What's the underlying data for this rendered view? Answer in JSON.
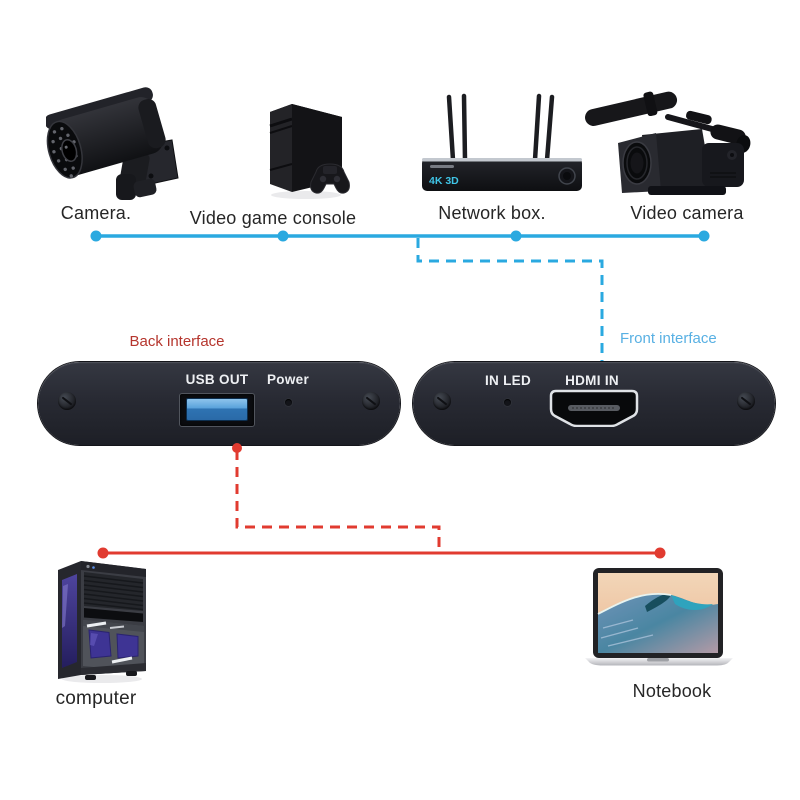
{
  "devices": {
    "camera": {
      "label": "Camera."
    },
    "game_console": {
      "label": "Video game console"
    },
    "network_box": {
      "label": "Network box.",
      "display_text": "4K 3D"
    },
    "video_camera": {
      "label": "Video camera"
    },
    "computer": {
      "label": "computer"
    },
    "notebook": {
      "label": "Notebook"
    }
  },
  "interfaces": {
    "back": {
      "title": "Back interface",
      "usb_label": "USB OUT",
      "power_label": "Power"
    },
    "front": {
      "title": "Front interface",
      "led_label": "IN LED",
      "hdmi_label": "HDMI IN"
    }
  },
  "colors": {
    "connection_blue": "#2aa9e0",
    "connection_red": "#e13b30",
    "back_title_red": "#b5352d",
    "front_title_blue": "#58b0e3",
    "usb_port_blue": "#5ba3dc",
    "network_display_cyan": "#3fc4e6"
  }
}
